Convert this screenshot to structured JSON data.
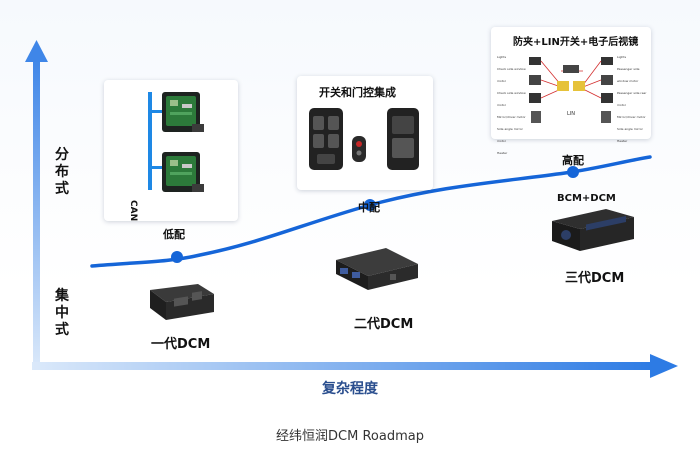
{
  "axes": {
    "y_top": "分布式",
    "y_bottom": "集中式",
    "x_title": "复杂程度"
  },
  "levels": {
    "low": "低配",
    "mid": "中配",
    "high": "高配"
  },
  "generations": {
    "gen1": "一代DCM",
    "gen2": "二代DCM",
    "gen3": "三代DCM"
  },
  "cards": {
    "card1": {
      "tag": "CAN"
    },
    "card2": {
      "title": "开关和门控集成"
    },
    "card3": {
      "title": "防夹+LIN开关+电子后视镜",
      "left_items": [
        "Lights",
        "Check side window motor",
        "Check side window motor",
        "Mirror/driver motor",
        "Side angle mirror motor",
        "Heater"
      ],
      "right_items": [
        "Lights",
        "Passenger side window motor",
        "Passenger side rear motor",
        "Mirror/driver motor",
        "Side angle mirror",
        "Heater"
      ],
      "center_text": "LIN"
    }
  },
  "bcm_label": "BCM+DCM",
  "caption": "经纬恒润DCM Roadmap",
  "colors": {
    "accent": "#1565d8",
    "axis_light": "#bcd7f6",
    "dot": "#1565d8"
  }
}
